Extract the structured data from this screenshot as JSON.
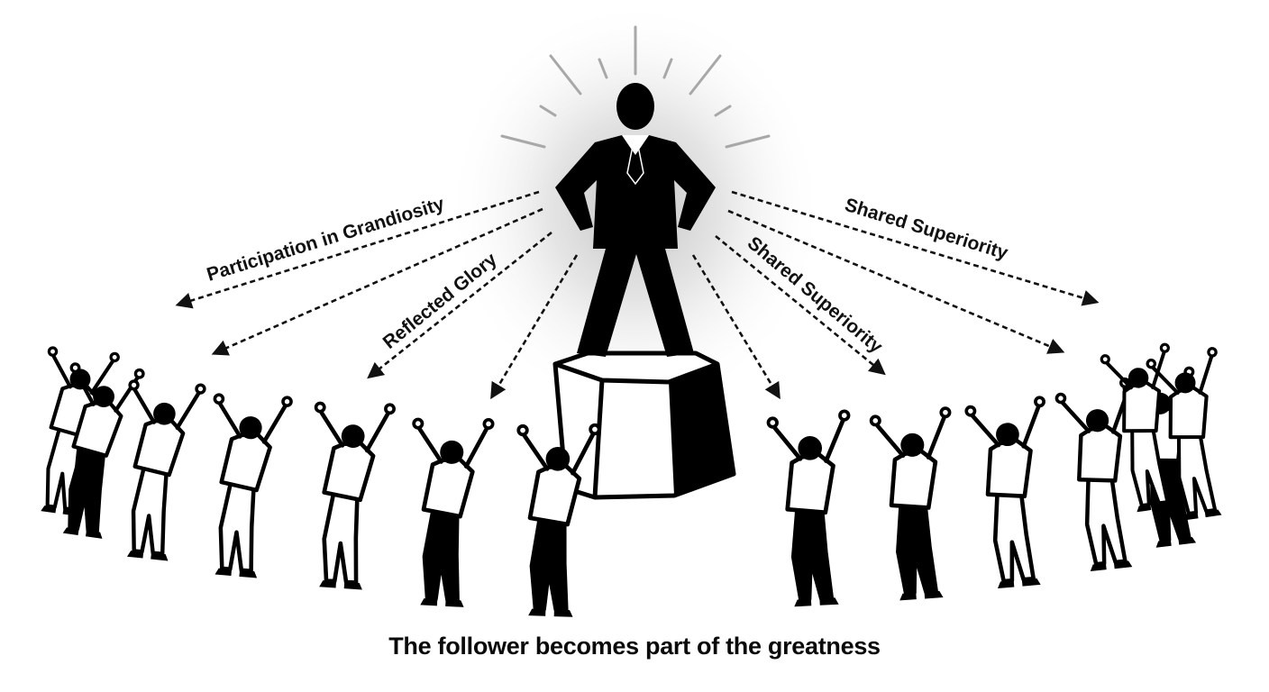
{
  "diagram": {
    "central_figure": "leader-on-pedestal",
    "labels": {
      "left_outer": "Participation in Grandiosity",
      "left_inner": "Reflected Glory",
      "right_inner": "Shared Superiority",
      "right_outer": "Shared Superiority"
    },
    "caption": "The follower becomes part of the greatness",
    "colors": {
      "ink": "#000000",
      "background": "#ffffff",
      "rays": "#a8a8a8",
      "glow": "#d8d8d8"
    },
    "follower_count": 16
  }
}
